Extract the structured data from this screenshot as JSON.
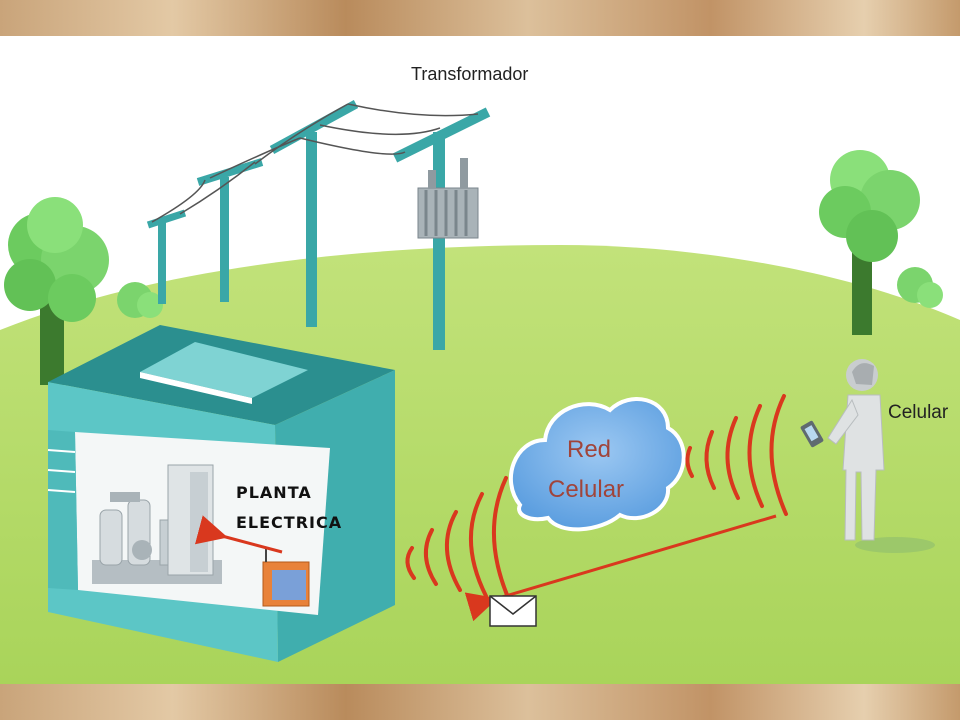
{
  "labels": {
    "transformer": "Transformador",
    "network_line1": "Red",
    "network_line2": "Celular",
    "phone": "Celular",
    "plant_line1": "PLANTA",
    "plant_line2": "ELECTRICA"
  },
  "icons": {
    "signal_waves": "signal-waves-icon",
    "message": "envelope-icon",
    "arrow": "arrow-icon"
  },
  "colors": {
    "grass": "#b8dc6a",
    "building": "#5cc6c6",
    "building_roof": "#2b8f8f",
    "cloud": "#7ab3ea",
    "cloud_text": "#a0443a",
    "signal": "#d9381e",
    "pole": "#3aa7a7"
  }
}
